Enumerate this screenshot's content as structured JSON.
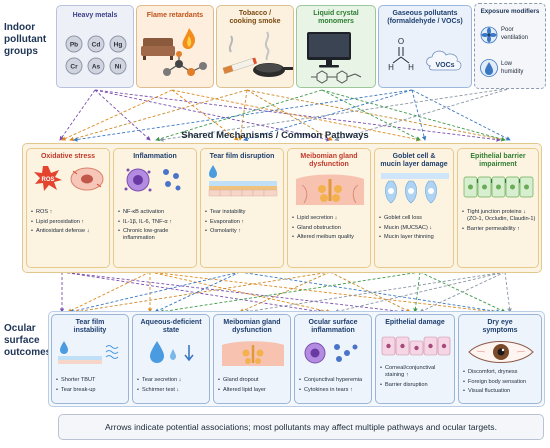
{
  "left_labels": {
    "top": [
      "Indoor",
      "pollutant",
      "groups"
    ],
    "bottom": [
      "Ocular",
      "surface",
      "outcomes"
    ]
  },
  "pollutants": [
    {
      "title": "Heavy metals",
      "icon": "heavy-metal-circles",
      "elements": [
        "Pb",
        "Cd",
        "Hg",
        "Cr",
        "As",
        "Ni"
      ]
    },
    {
      "title": "Flame retardants",
      "icon": "sofa-fire-molecule"
    },
    {
      "title": "Tobacco / cooking smoke",
      "title_lines": [
        "Tobacco /",
        "cooking smoke"
      ],
      "icon": "cigarette-pan"
    },
    {
      "title": "Liquid crystal monomers",
      "title_lines": [
        "Liquid crystal",
        "monomers"
      ],
      "icon": "monitor-molecule"
    },
    {
      "title": "Gaseous pollutants (formaldehyde / VOCs)",
      "title_lines": [
        "Gaseous pollutants",
        "(formaldehyde / VOCs)"
      ],
      "icon": "formaldehyde-cloud",
      "badge": "VOCs"
    }
  ],
  "exposure_modifiers": {
    "title": "Exposure modifiers",
    "items": [
      {
        "label_lines": [
          "Poor",
          "ventilation"
        ],
        "icon": "fan-icon"
      },
      {
        "label_lines": [
          "Low",
          "humidity"
        ],
        "icon": "droplet-icon"
      }
    ]
  },
  "mechanisms_title": "Shared Mechanisms / Common Pathways",
  "mechanisms": [
    {
      "title_lines": [
        "Oxidative stress"
      ],
      "color": "#c0392b",
      "badge": "ROS",
      "bullets": [
        "ROS ↑",
        "Lipid peroxidation ↑",
        "Antioxidant defense ↓"
      ]
    },
    {
      "title_lines": [
        "Inflammation"
      ],
      "color": "#1f3f6f",
      "bullets": [
        "NF-κB activation",
        "IL-1β, IL-6, TNF-α ↑",
        "Chronic low-grade inflammation"
      ]
    },
    {
      "title_lines": [
        "Tear film disruption"
      ],
      "color": "#1f3f6f",
      "bullets": [
        "Tear instability",
        "Evaporation ↑",
        "Osmolarity ↑"
      ]
    },
    {
      "title_lines": [
        "Meibomian gland",
        "dysfunction"
      ],
      "color": "#c0392b",
      "bullets": [
        "Lipid secretion ↓",
        "Gland obstruction",
        "Altered meibum quality"
      ]
    },
    {
      "title_lines": [
        "Goblet cell &",
        "mucin layer damage"
      ],
      "color": "#1f3f6f",
      "bullets": [
        "Goblet cell loss",
        "Mucin (MUC5AC) ↓",
        "Mucin layer thinning"
      ]
    },
    {
      "title_lines": [
        "Epithelial barrier",
        "impairment"
      ],
      "color": "#2e7d32",
      "bullets": [
        "Tight junction proteins ↓ (ZO-1, Occludin, Claudin-1)",
        "Barrier permeability ↑"
      ]
    }
  ],
  "outcomes": [
    {
      "title_lines": [
        "Tear film",
        "instability"
      ],
      "bullets": [
        "Shorter TBUT",
        "Tear break-up"
      ]
    },
    {
      "title_lines": [
        "Aqueous-deficient",
        "state"
      ],
      "bullets": [
        "Tear secretion ↓",
        "Schirmer test ↓"
      ]
    },
    {
      "title_lines": [
        "Meibomian gland",
        "dysfunction"
      ],
      "bullets": [
        "Gland dropout",
        "Altered lipid layer"
      ]
    },
    {
      "title_lines": [
        "Ocular surface",
        "inflammation"
      ],
      "bullets": [
        "Conjunctival hyperemia",
        "Cytokines in tears ↑"
      ]
    },
    {
      "title_lines": [
        "Epithelial damage"
      ],
      "bullets": [
        "Corneal/conjunctival staining ↑",
        "Barrier disruption"
      ]
    },
    {
      "title_lines": [
        "Dry eye",
        "symptoms"
      ],
      "bullets": [
        "Discomfort, dryness",
        "Foreign body sensation",
        "Visual fluctuation"
      ]
    }
  ],
  "footer": "Arrows indicate potential associations; most pollutants may affect multiple pathways and ocular targets."
}
